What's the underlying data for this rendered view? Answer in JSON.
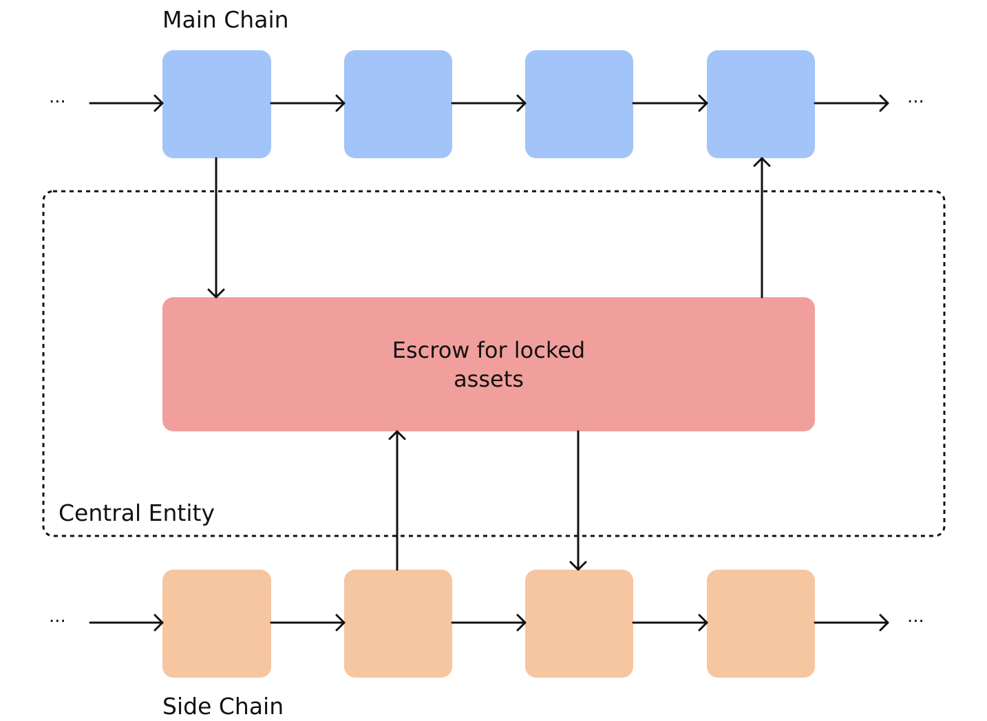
{
  "colors": {
    "main_block": "#a2c4f9",
    "side_block": "#f6c6a1",
    "escrow": "#f19f9c",
    "stroke": "#111111",
    "background": "#ffffff"
  },
  "labels": {
    "main_chain": "Main Chain",
    "side_chain": "Side Chain",
    "central_entity": "Central Entity",
    "escrow": "Escrow for locked\nassets",
    "ellipsis": "..."
  },
  "main_chain": {
    "block_count": 4,
    "continues_left": true,
    "continues_right": true
  },
  "side_chain": {
    "block_count": 4,
    "continues_left": true,
    "continues_right": true
  },
  "connections": [
    {
      "from": "main-chain-block-1",
      "to": "escrow-box"
    },
    {
      "from": "escrow-box",
      "to": "main-chain-block-4"
    },
    {
      "from": "side-chain-block-2",
      "to": "escrow-box"
    },
    {
      "from": "escrow-box",
      "to": "side-chain-block-3"
    }
  ]
}
